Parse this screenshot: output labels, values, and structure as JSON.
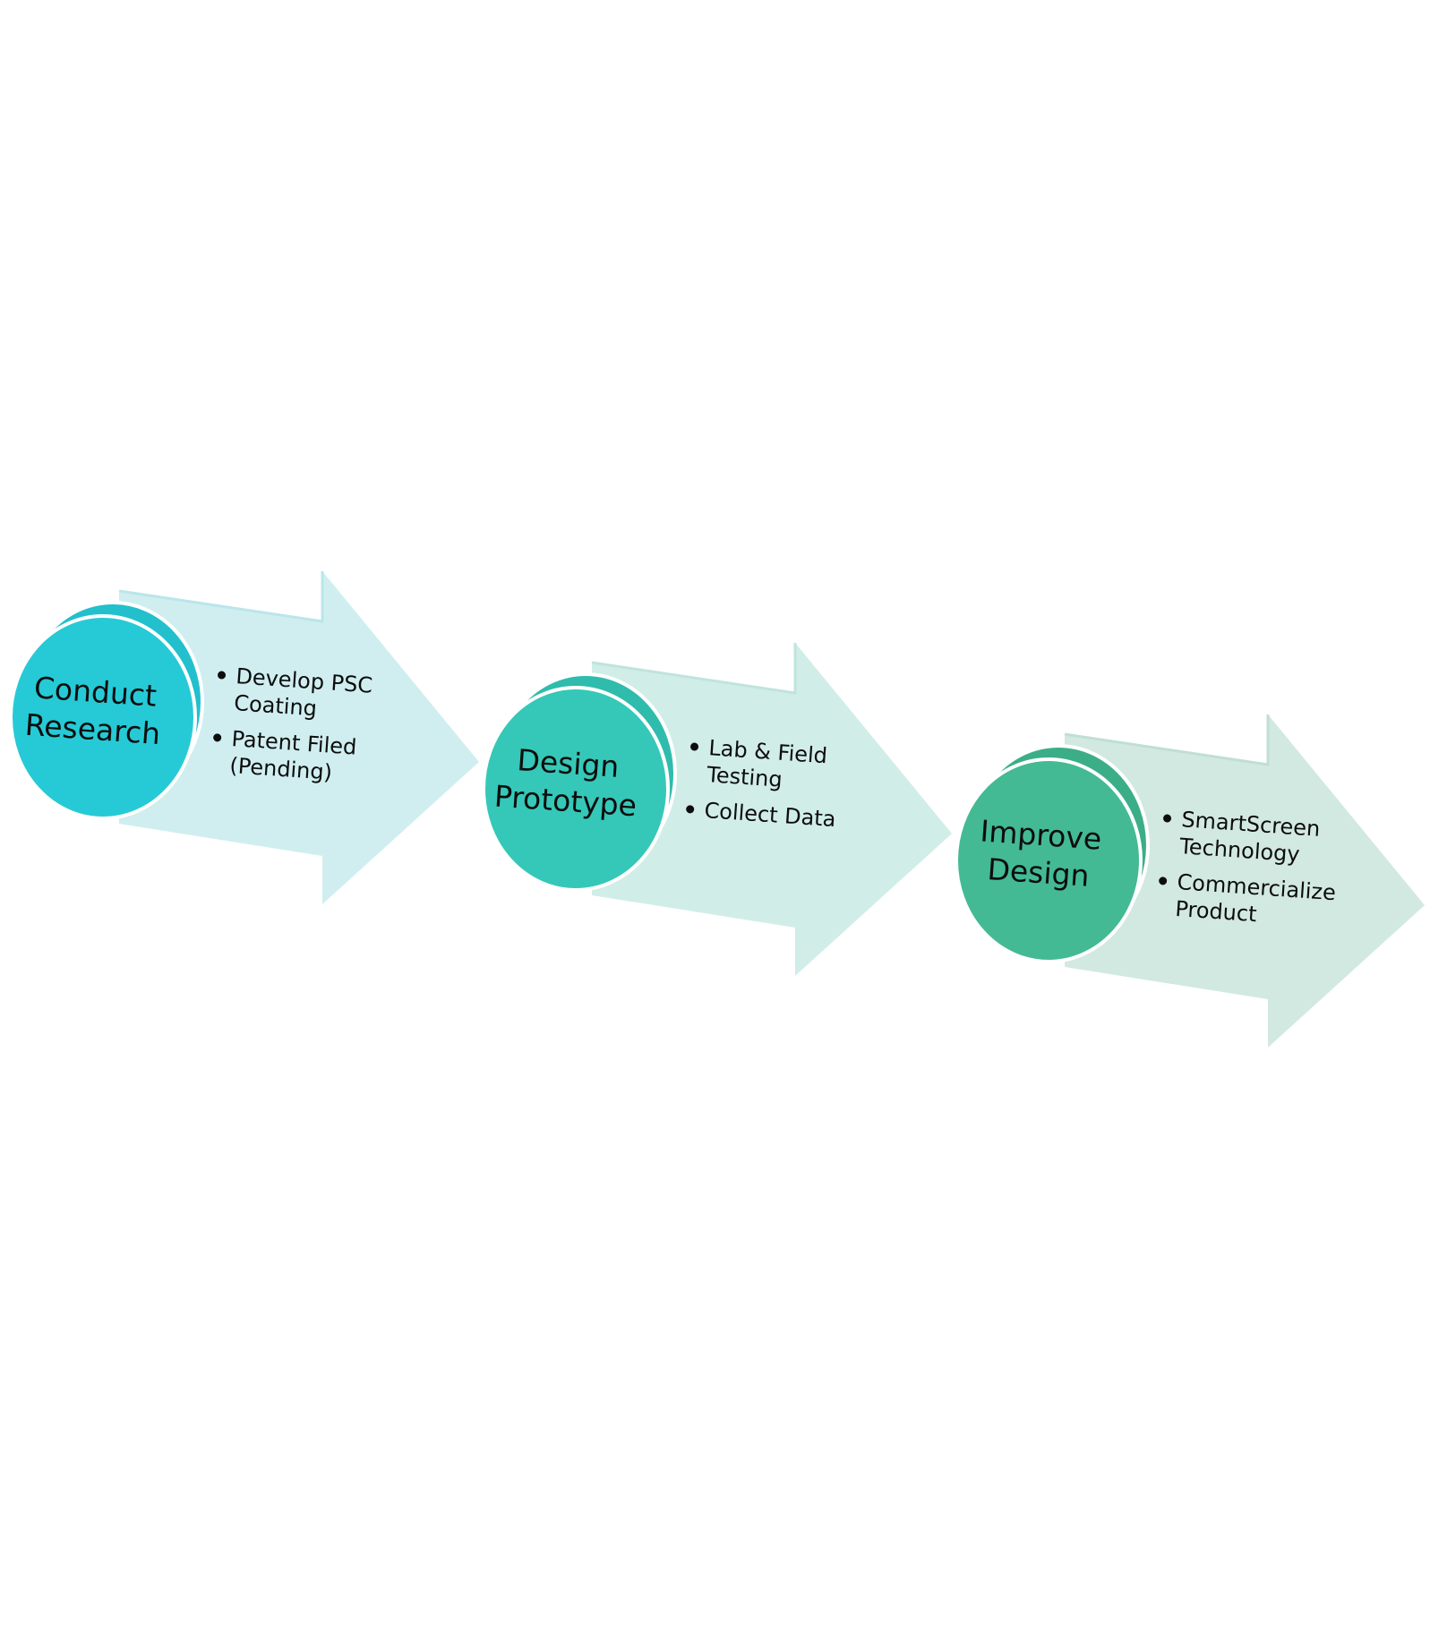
{
  "steps": [
    {
      "title_lines": [
        "Conduct",
        "Research"
      ],
      "bullets": [
        [
          "Develop PSC",
          "Coating"
        ],
        [
          "Patent Filed",
          "(Pending)"
        ]
      ],
      "circle_color": "#26cad6",
      "circle_shadow_color": "#22c0cc",
      "arrow_color": "#d0eef0",
      "arrow_edge_color": "#b9e6ea"
    },
    {
      "title_lines": [
        "Design",
        "Prototype"
      ],
      "bullets": [
        [
          "Lab & Field",
          "Testing"
        ],
        [
          "Collect Data"
        ]
      ],
      "circle_color": "#35c8b8",
      "circle_shadow_color": "#2fbcac",
      "arrow_color": "#d1ede8",
      "arrow_edge_color": "#bfe4dd"
    },
    {
      "title_lines": [
        "Improve",
        "Design"
      ],
      "bullets": [
        [
          "SmartScreen",
          "Technology"
        ],
        [
          "Commercialize",
          "Product"
        ]
      ],
      "circle_color": "#43ba94",
      "circle_shadow_color": "#3bae88",
      "arrow_color": "#d2e9e1",
      "arrow_edge_color": "#c0dfd4"
    }
  ]
}
